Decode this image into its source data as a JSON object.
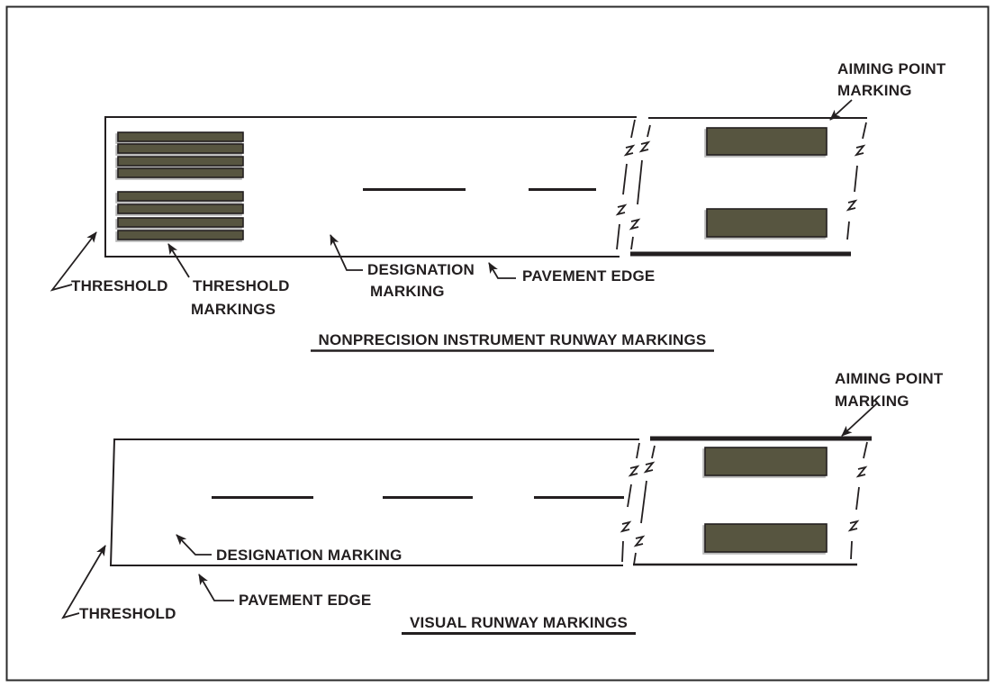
{
  "colors": {
    "ink": "#231f20",
    "marking_fill": "#575540",
    "shadow": "#b9b9b9",
    "background": "#ffffff"
  },
  "top_diagram": {
    "title": "NONPRECISION INSTRUMENT RUNWAY MARKINGS",
    "threshold_bar_count": 8,
    "aiming_bar_count": 2,
    "designation_dash_count": 2,
    "labels": {
      "threshold": "THRESHOLD",
      "threshold_markings_line1": "THRESHOLD",
      "threshold_markings_line2": "MARKINGS",
      "designation_line1": "DESIGNATION",
      "designation_line2": "MARKING",
      "pavement_edge": "PAVEMENT EDGE",
      "aiming_point_line1": "AIMING POINT",
      "aiming_point_line2": "MARKING"
    }
  },
  "bottom_diagram": {
    "title": "VISUAL RUNWAY MARKINGS",
    "aiming_bar_count": 2,
    "designation_dash_count": 3,
    "labels": {
      "threshold": "THRESHOLD",
      "designation": "DESIGNATION MARKING",
      "pavement_edge": "PAVEMENT EDGE",
      "aiming_point_line1": "AIMING POINT",
      "aiming_point_line2": "MARKING"
    }
  }
}
